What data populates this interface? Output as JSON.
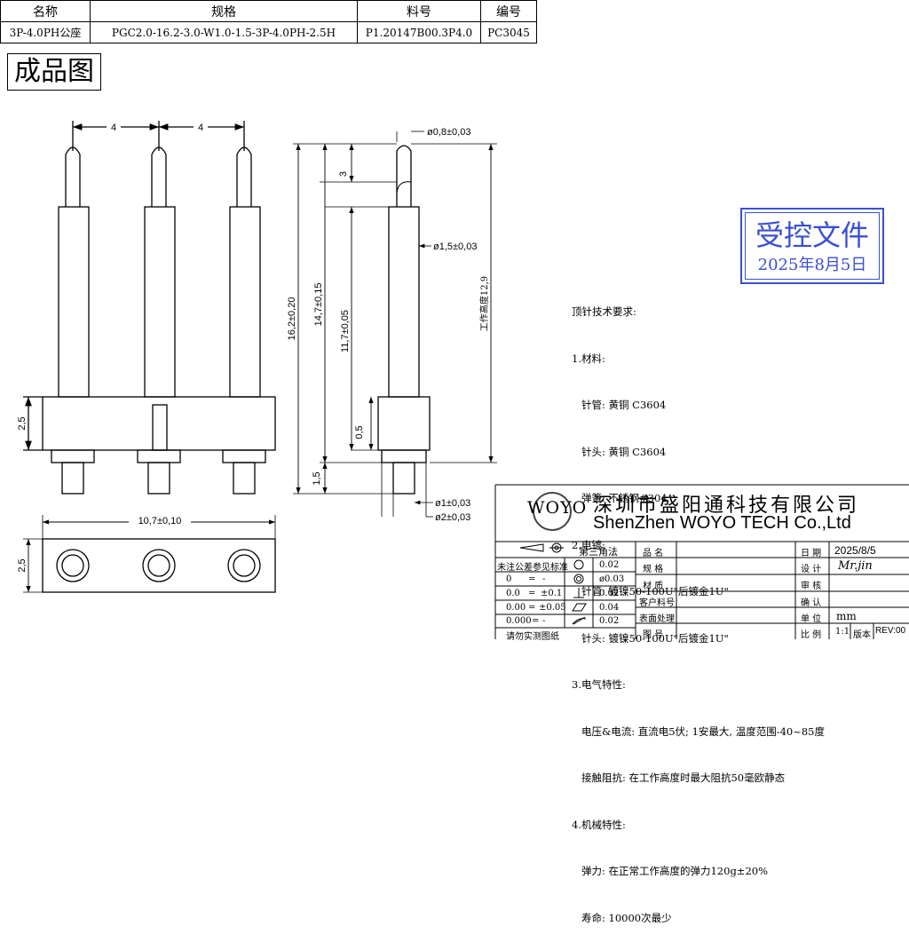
{
  "header": {
    "col_name": "名称",
    "col_spec": "规格",
    "col_part": "料号",
    "col_code": "编号",
    "name": "3P-4.0PH公座",
    "spec": "PGC2.0-16.2-3.0-W1.0-1.5-3P-4.0PH-2.5H",
    "part": "P1.20147B00.3P4.0",
    "code": "PC3045"
  },
  "drawing_title": "成品图",
  "dims": {
    "pitch1": "4",
    "pitch2": "4",
    "base_h": "2,5",
    "base_h2": "2,5",
    "total_len": "16,2±0,20",
    "len2": "14,7±0,15",
    "len3": "11,7±0,05",
    "tip": "3",
    "tip_dia": "ø0,8±0,03",
    "body_dia": "ø1,5±0,03",
    "work_h": "工作高度12,9",
    "d05": "0,5",
    "d15": "1,5",
    "tail_dia": "ø1±0,03",
    "flange_dia": "ø2±0,03",
    "width": "10,7±0,10"
  },
  "stamp": {
    "line1": "受控文件",
    "line2": "2025年8月5日"
  },
  "requirements": [
    "顶针技术要求:",
    "1.材料:",
    "   针管: 黄铜 C3604",
    "   针头: 黄铜 C3604",
    "   弹簧: 不锈钢#304",
    "2.电镀:",
    "   针管: 镀镍50-100U\"后镀金1U\"",
    "   针头: 镀镍50-100U\"后镀金1U\"",
    "3.电气特性:",
    "   电压&电流: 直流电5伏; 1安最大, 温度范围-40~85度",
    "   接触阻抗: 在工作高度时最大阻抗50毫欧静态",
    "4.机械特性:",
    "   弹力: 在正常工作高度的弹力120g±20%",
    "   寿命: 10000次最少"
  ],
  "company": {
    "logo": "WOYO",
    "name_cn": "深圳市盛阳通科技有限公司",
    "name_en": "ShenZhen  WOYO TECH  Co.,Ltd"
  },
  "titleblock": {
    "projection": "第三角法",
    "tol_note": "未注公差参见标准",
    "tol_rows": [
      {
        "fmt": "0",
        "eq": "=",
        "val": "-",
        "sym_val": "0.02"
      },
      {
        "fmt": "0.0",
        "eq": "=",
        "val": "±0.1",
        "sym_val": "ø0.03"
      },
      {
        "fmt": "0.00",
        "eq": "=",
        "val": "±0.05",
        "sym_val": "0.02"
      },
      {
        "fmt": "0.000",
        "eq": "=",
        "val": "-",
        "sym_val": "0.04"
      }
    ],
    "last_sym_val": "0.02",
    "footer": "请勿实测图纸",
    "mid_labels": [
      "品  名",
      "规  格",
      "材  质",
      "客户料号",
      "表面处理",
      "图  号"
    ],
    "right_labels": [
      "日  期",
      "设  计",
      "审  核",
      "确  认",
      "单  位",
      "比  例"
    ],
    "date": "2025/8/5",
    "designer": "Mr.jin",
    "unit": "mm",
    "scale": "1:1",
    "version_label": "版本",
    "rev": "REV:00"
  }
}
